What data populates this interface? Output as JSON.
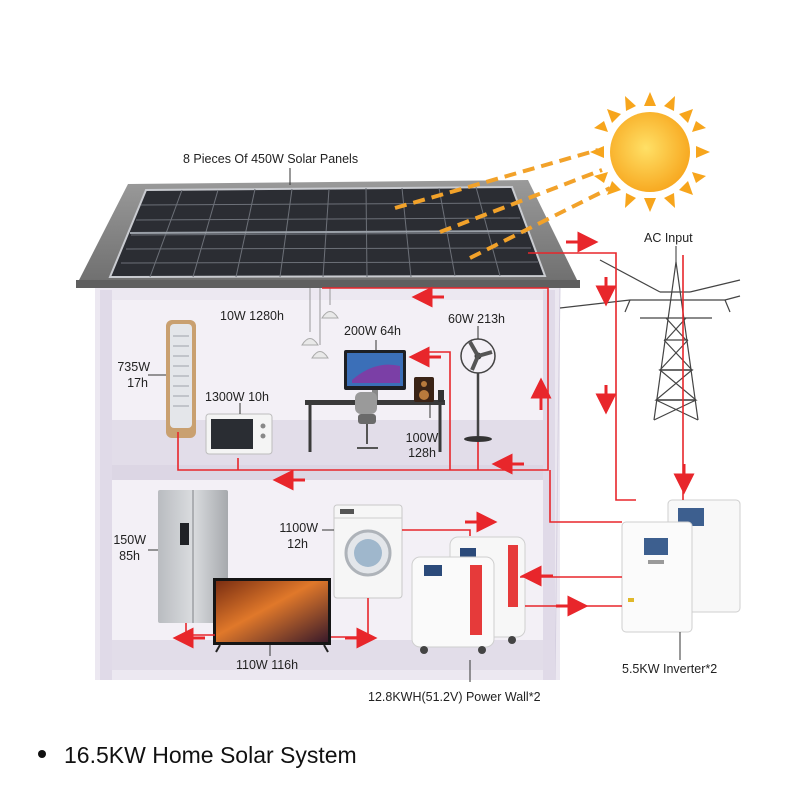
{
  "labels": {
    "solar_panels": "8 Pieces Of 450W Solar Panels",
    "ac_input": "AC Input",
    "lamp": "10W 1280h",
    "computer": "200W 64h",
    "fan": "60W 213h",
    "ac_unit_power": "735W",
    "ac_unit_hours": "17h",
    "microwave": "1300W 10h",
    "speaker_power": "100W",
    "speaker_hours": "128h",
    "washer_power": "1100W",
    "washer_hours": "12h",
    "fridge_power": "150W",
    "fridge_hours": "85h",
    "tv": "110W 116h",
    "power_wall": "12.8KWH(51.2V) Power Wall*2",
    "inverter": "5.5KW Inverter*2"
  },
  "caption": "16.5KW Home Solar System",
  "colors": {
    "wire": "#e8262b",
    "sun": "#f7a51c",
    "sunbeam": "#f2a22a",
    "panel": "#2b2d33",
    "roof": "#8f8f8f",
    "house": "#e8e3ef"
  }
}
